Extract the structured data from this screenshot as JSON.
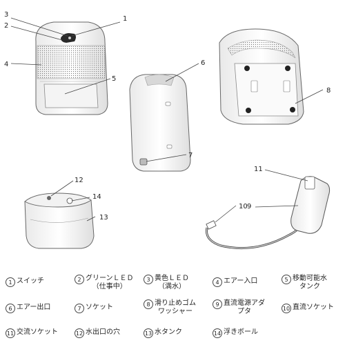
{
  "callouts": [
    "1",
    "2",
    "3",
    "4",
    "5",
    "6",
    "7",
    "8",
    "9",
    "10",
    "11",
    "12",
    "13",
    "14"
  ],
  "legend": [
    {
      "num": "1",
      "label": "スイッチ"
    },
    {
      "num": "2",
      "label": "グリーンＬＥＤ\n（仕事中）"
    },
    {
      "num": "3",
      "label": "黄色ＬＥＤ\n（満水）"
    },
    {
      "num": "4",
      "label": "エアー入口"
    },
    {
      "num": "5",
      "label": "移動可能水\nタンク"
    },
    {
      "num": "6",
      "label": "エアー出口"
    },
    {
      "num": "7",
      "label": "ソケット"
    },
    {
      "num": "8",
      "label": "滑り止めゴム\nワッシャー"
    },
    {
      "num": "9",
      "label": "直流電源アダ\nプタ"
    },
    {
      "num": "10",
      "label": "直流ソケット"
    },
    {
      "num": "11",
      "label": "交流ソケット"
    },
    {
      "num": "12",
      "label": "水出口の穴"
    },
    {
      "num": "13",
      "label": "水タンク"
    },
    {
      "num": "14",
      "label": "浮きボール"
    }
  ]
}
